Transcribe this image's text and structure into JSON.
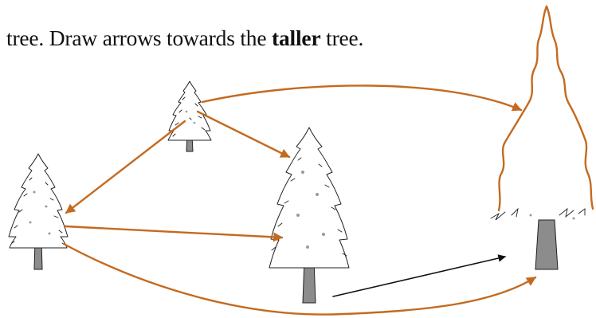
{
  "instruction": {
    "prefix": "tree.  Draw arrows towards the ",
    "emphasis": "taller",
    "suffix": " tree."
  },
  "colors": {
    "arrow_orange": "#c46a1f",
    "arrow_black": "#111111",
    "trunk": "#8c8c8c",
    "outline": "#222222"
  },
  "trees": [
    {
      "id": "small-tree",
      "icon": "pine-tree-icon"
    },
    {
      "id": "left-tree",
      "icon": "pine-tree-icon"
    },
    {
      "id": "middle-tree",
      "icon": "pine-tree-icon"
    },
    {
      "id": "tallest-tree",
      "icon": "tall-pine-outline-icon"
    }
  ],
  "arrows": [
    {
      "from": "small-tree",
      "to": "tallest-tree",
      "color": "orange"
    },
    {
      "from": "small-tree",
      "to": "middle-tree",
      "color": "orange"
    },
    {
      "from": "small-tree",
      "to": "left-tree",
      "color": "orange"
    },
    {
      "from": "left-tree",
      "to": "middle-tree",
      "color": "orange"
    },
    {
      "from": "left-tree",
      "to": "tallest-tree",
      "color": "orange"
    },
    {
      "from": "middle-tree",
      "to": "tallest-tree",
      "color": "black"
    }
  ]
}
